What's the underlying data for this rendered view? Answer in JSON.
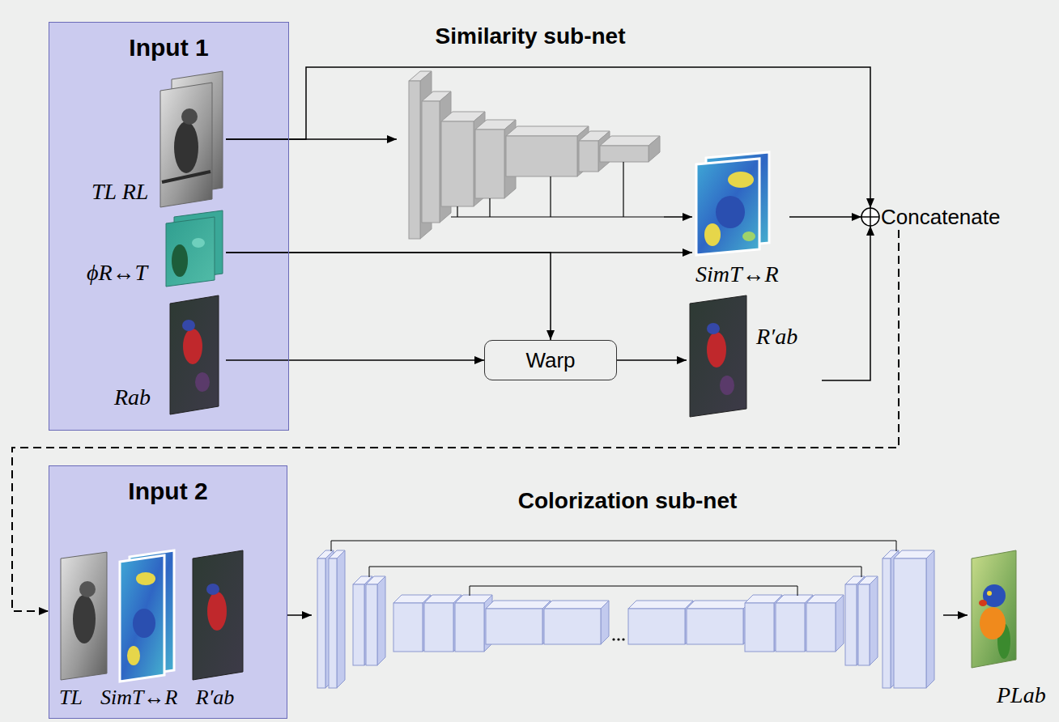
{
  "diagram": {
    "nodes": [
      {
        "text": [
          "Input 1"
        ]
      },
      {
        "text": [
          "TL RL"
        ],
        "in": 0
      },
      {
        "text": [
          "ϕR↔T"
        ],
        "in": 0
      },
      {
        "text": [
          "Rab"
        ],
        "in": 0
      },
      {
        "text": [
          "Similarity sub-net"
        ]
      },
      {
        "text": [
          "SimT↔R"
        ]
      },
      {
        "text": [
          "Warp"
        ]
      },
      {
        "text": [
          "R′ab"
        ]
      },
      {
        "text": [
          "Concatenate"
        ]
      },
      {
        "text": [
          "Input 2",
          "TL SimT↔R R′ab"
        ]
      },
      {
        "text": [
          "Colorization sub-net"
        ]
      },
      {
        "text": [
          "PLab"
        ]
      }
    ],
    "edges": [
      {
        "from": 1,
        "to": 4,
        "arrow": "to"
      },
      {
        "from": 1,
        "to": 8,
        "arrow": "to"
      },
      {
        "from": 4,
        "to": 5,
        "arrow": "to"
      },
      {
        "from": 2,
        "to": 5,
        "arrow": "to"
      },
      {
        "from": 2,
        "to": 6,
        "arrow": "to"
      },
      {
        "from": 3,
        "to": 6,
        "arrow": "to"
      },
      {
        "from": 6,
        "to": 7,
        "arrow": "to"
      },
      {
        "from": 5,
        "to": 8,
        "arrow": "to"
      },
      {
        "from": 7,
        "to": 8,
        "arrow": "to"
      },
      {
        "from": 8,
        "to": 9,
        "arrow": "to"
      },
      {
        "from": 9,
        "to": 10,
        "arrow": "to"
      },
      {
        "from": 10,
        "to": 11,
        "arrow": "to"
      }
    ]
  }
}
